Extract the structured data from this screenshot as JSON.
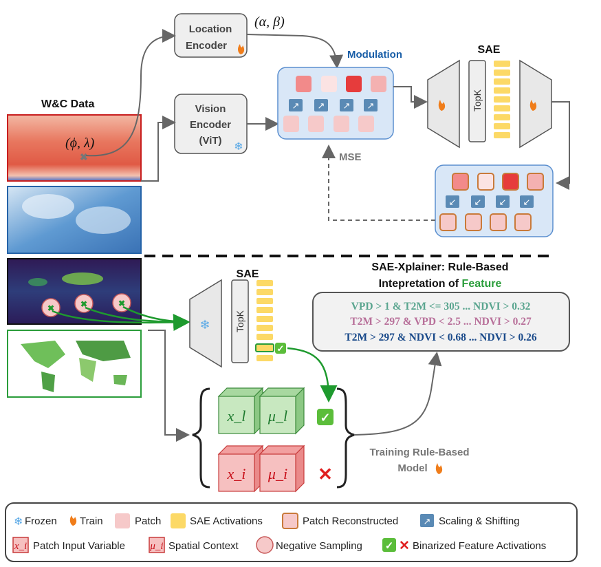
{
  "top": {
    "location_encoder": [
      "Location",
      "Encoder"
    ],
    "vision_encoder": [
      "Vision",
      "Encoder",
      "(ViT)"
    ],
    "alpha_beta": "(α, β)",
    "phi_lambda": "(ϕ, λ)",
    "wc_data": "W&C Data",
    "modulation": "Modulation",
    "sae": "SAE",
    "topk": "TopK",
    "mse": "MSE"
  },
  "bottom": {
    "sae": "SAE",
    "topk": "TopK",
    "title_line1": "SAE-Xplainer: Rule-Based",
    "title_line2_prefix": "Intepretation of ",
    "title_line2_feature": "Feature",
    "rules": [
      {
        "text": "VPD > 1 & T2M <= 305 ... NDVI > 0.32",
        "color": "#5aa58f"
      },
      {
        "text": "T2M > 297 & VPD < 2.5 ... NDVI > 0.27",
        "color": "#b8709a"
      },
      {
        "text": "T2M > 297 & NDVI < 0.68 ... NDVI > 0.26",
        "color": "#1a4a8a"
      }
    ],
    "x_l": "x_l",
    "mu_l": "μ_l",
    "x_i": "x_i",
    "mu_i": "μ_i",
    "training_line1": "Training Rule-Based",
    "training_line2": "Model"
  },
  "legend": {
    "row1": [
      {
        "icon": "snowflake-icon",
        "label": "Frozen"
      },
      {
        "icon": "fire-icon",
        "label": "Train"
      },
      {
        "icon": "patch-icon",
        "label": "Patch"
      },
      {
        "icon": "sae-activation-icon",
        "label": "SAE Activations"
      },
      {
        "icon": "patch-reconstructed-icon",
        "label": "Patch Reconstructed"
      },
      {
        "icon": "scaling-shifting-icon",
        "label": "Scaling & Shifting"
      }
    ],
    "row2": [
      {
        "icon": "patch-input-variable-icon",
        "label": "Patch Input Variable",
        "glyph": "x_i"
      },
      {
        "icon": "spatial-context-icon",
        "label": "Spatial Context",
        "glyph": "μ_i"
      },
      {
        "icon": "negative-sampling-icon",
        "label": "Negative Sampling"
      },
      {
        "icon": "binarized-icon",
        "label": "Binarized Feature Activations"
      }
    ]
  },
  "colors": {
    "encoder_fill": "#efefef",
    "module_fill": "#d9e7f7",
    "module_stroke": "#5b8fcf",
    "activation": "#fcd966",
    "patch": "#f6c9c9",
    "recon_stroke": "#c97a3a",
    "red_map": "#e8775f",
    "blue_map": "#4a86c4",
    "green": "#2a9d3a",
    "modulation_title": "#1a5fa8"
  }
}
